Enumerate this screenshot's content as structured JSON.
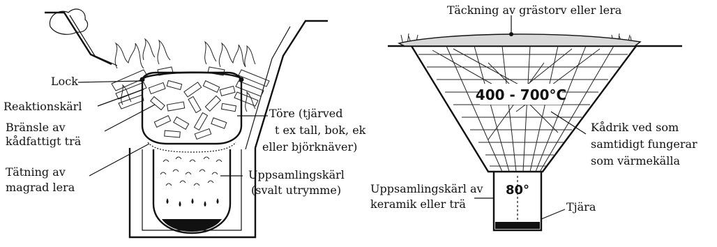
{
  "left_diagram": {
    "labels": {
      "lock": "Lock",
      "reaktionskarl": "Reaktionskärl",
      "bransle_1": "Bränsle av",
      "bransle_2": "kådfattigt trä",
      "tatning_1": "Tätning av",
      "tatning_2": "magrad lera",
      "tore_1": "Töre (tjärved",
      "tore_2": "t ex tall, bok, ek",
      "tore_3": "eller björknäver)",
      "uppsamling_1": "Uppsamlingskärl",
      "uppsamling_2": "(svalt utrymme)"
    }
  },
  "right_diagram": {
    "labels": {
      "tackning": "Täckning av grästorv eller lera",
      "temperature": "400 - 700°C",
      "kadrik_1": "Kådrik ved som",
      "kadrik_2": "samtidigt fungerar",
      "kadrik_3": "som värmekälla",
      "uppsamling_1": "Uppsamlingskärl av",
      "uppsamling_2": "keramik eller trä",
      "inner_temp": "80°",
      "tjara": "Tjära"
    }
  }
}
